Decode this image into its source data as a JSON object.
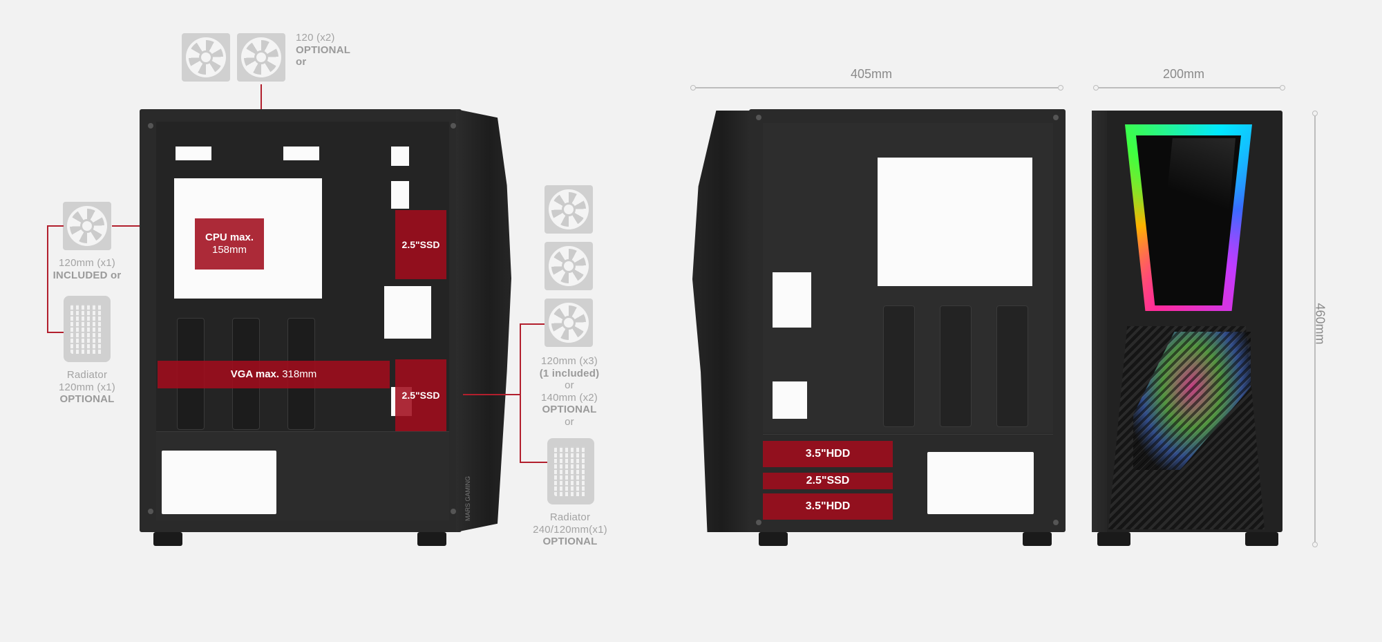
{
  "top_fans": {
    "line1": "120 (x2)",
    "line2": "OPTIONAL",
    "line3": "or"
  },
  "rear_fan": {
    "line1": "120mm (x1)",
    "line2": "INCLUDED or"
  },
  "rear_radiator": {
    "line1": "Radiator",
    "line2": "120mm (x1)",
    "line3": "OPTIONAL"
  },
  "front_fans": {
    "line1": "120mm (x3)",
    "line2": "(1 included)",
    "line3": "or",
    "line4": "140mm (x2)",
    "line5": "OPTIONAL",
    "line6": "or"
  },
  "front_radiator": {
    "line1": "Radiator",
    "line2": "240/120mm(x1)",
    "line3": "OPTIONAL"
  },
  "highlights": {
    "cpu": {
      "line1": "CPU max.",
      "line2": "158mm"
    },
    "vga": {
      "bold": "VGA max.",
      "value": "318mm"
    },
    "ssd_top": "2.5\"SSD",
    "ssd_bottom": "2.5\"SSD",
    "back_hdd1": "3.5\"HDD",
    "back_ssd": "2.5\"SSD",
    "back_hdd2": "3.5\"HDD"
  },
  "brand_vertical": "MARS GAMING",
  "dimensions": {
    "length": "405mm",
    "width": "200mm",
    "height": "460mm"
  },
  "colors": {
    "accent_red": "#a00c1c",
    "case_black": "#2a2a2a",
    "background": "#f2f2f2"
  }
}
